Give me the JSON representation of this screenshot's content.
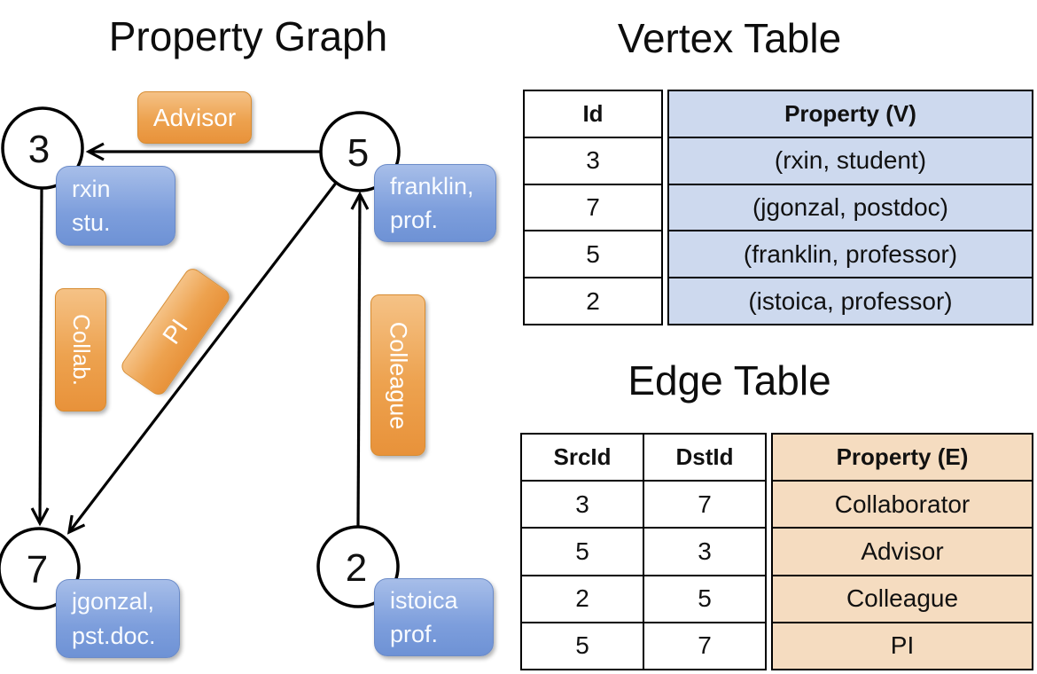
{
  "graph": {
    "title": "Property Graph",
    "nodes": [
      {
        "id": "3",
        "prop_line1": "rxin",
        "prop_line2": "stu."
      },
      {
        "id": "5",
        "prop_line1": "franklin,",
        "prop_line2": "prof."
      },
      {
        "id": "7",
        "prop_line1": "jgonzal,",
        "prop_line2": "pst.doc."
      },
      {
        "id": "2",
        "prop_line1": "istoica",
        "prop_line2": "prof."
      }
    ],
    "edges": [
      {
        "src": "5",
        "dst": "3",
        "label": "Advisor"
      },
      {
        "src": "3",
        "dst": "7",
        "label": "Collab."
      },
      {
        "src": "5",
        "dst": "7",
        "label": "PI"
      },
      {
        "src": "2",
        "dst": "5",
        "label": "Colleague"
      }
    ]
  },
  "vertex_table": {
    "title": "Vertex Table",
    "headers": [
      "Id",
      "Property (V)"
    ],
    "rows": [
      [
        "3",
        "(rxin, student)"
      ],
      [
        "7",
        "(jgonzal, postdoc)"
      ],
      [
        "5",
        "(franklin, professor)"
      ],
      [
        "2",
        "(istoica, professor)"
      ]
    ]
  },
  "edge_table": {
    "title": "Edge Table",
    "headers": [
      "SrcId",
      "DstId",
      "Property (E)"
    ],
    "rows": [
      [
        "3",
        "7",
        "Collaborator"
      ],
      [
        "5",
        "3",
        "Advisor"
      ],
      [
        "2",
        "5",
        "Colleague"
      ],
      [
        "5",
        "7",
        "PI"
      ]
    ]
  },
  "colors": {
    "edge_label_orange": "#E8923A",
    "vertex_label_blue": "#7B9DDB",
    "vertex_cell_bg": "#CDD9EE",
    "edge_cell_bg": "#F5DCC0"
  }
}
